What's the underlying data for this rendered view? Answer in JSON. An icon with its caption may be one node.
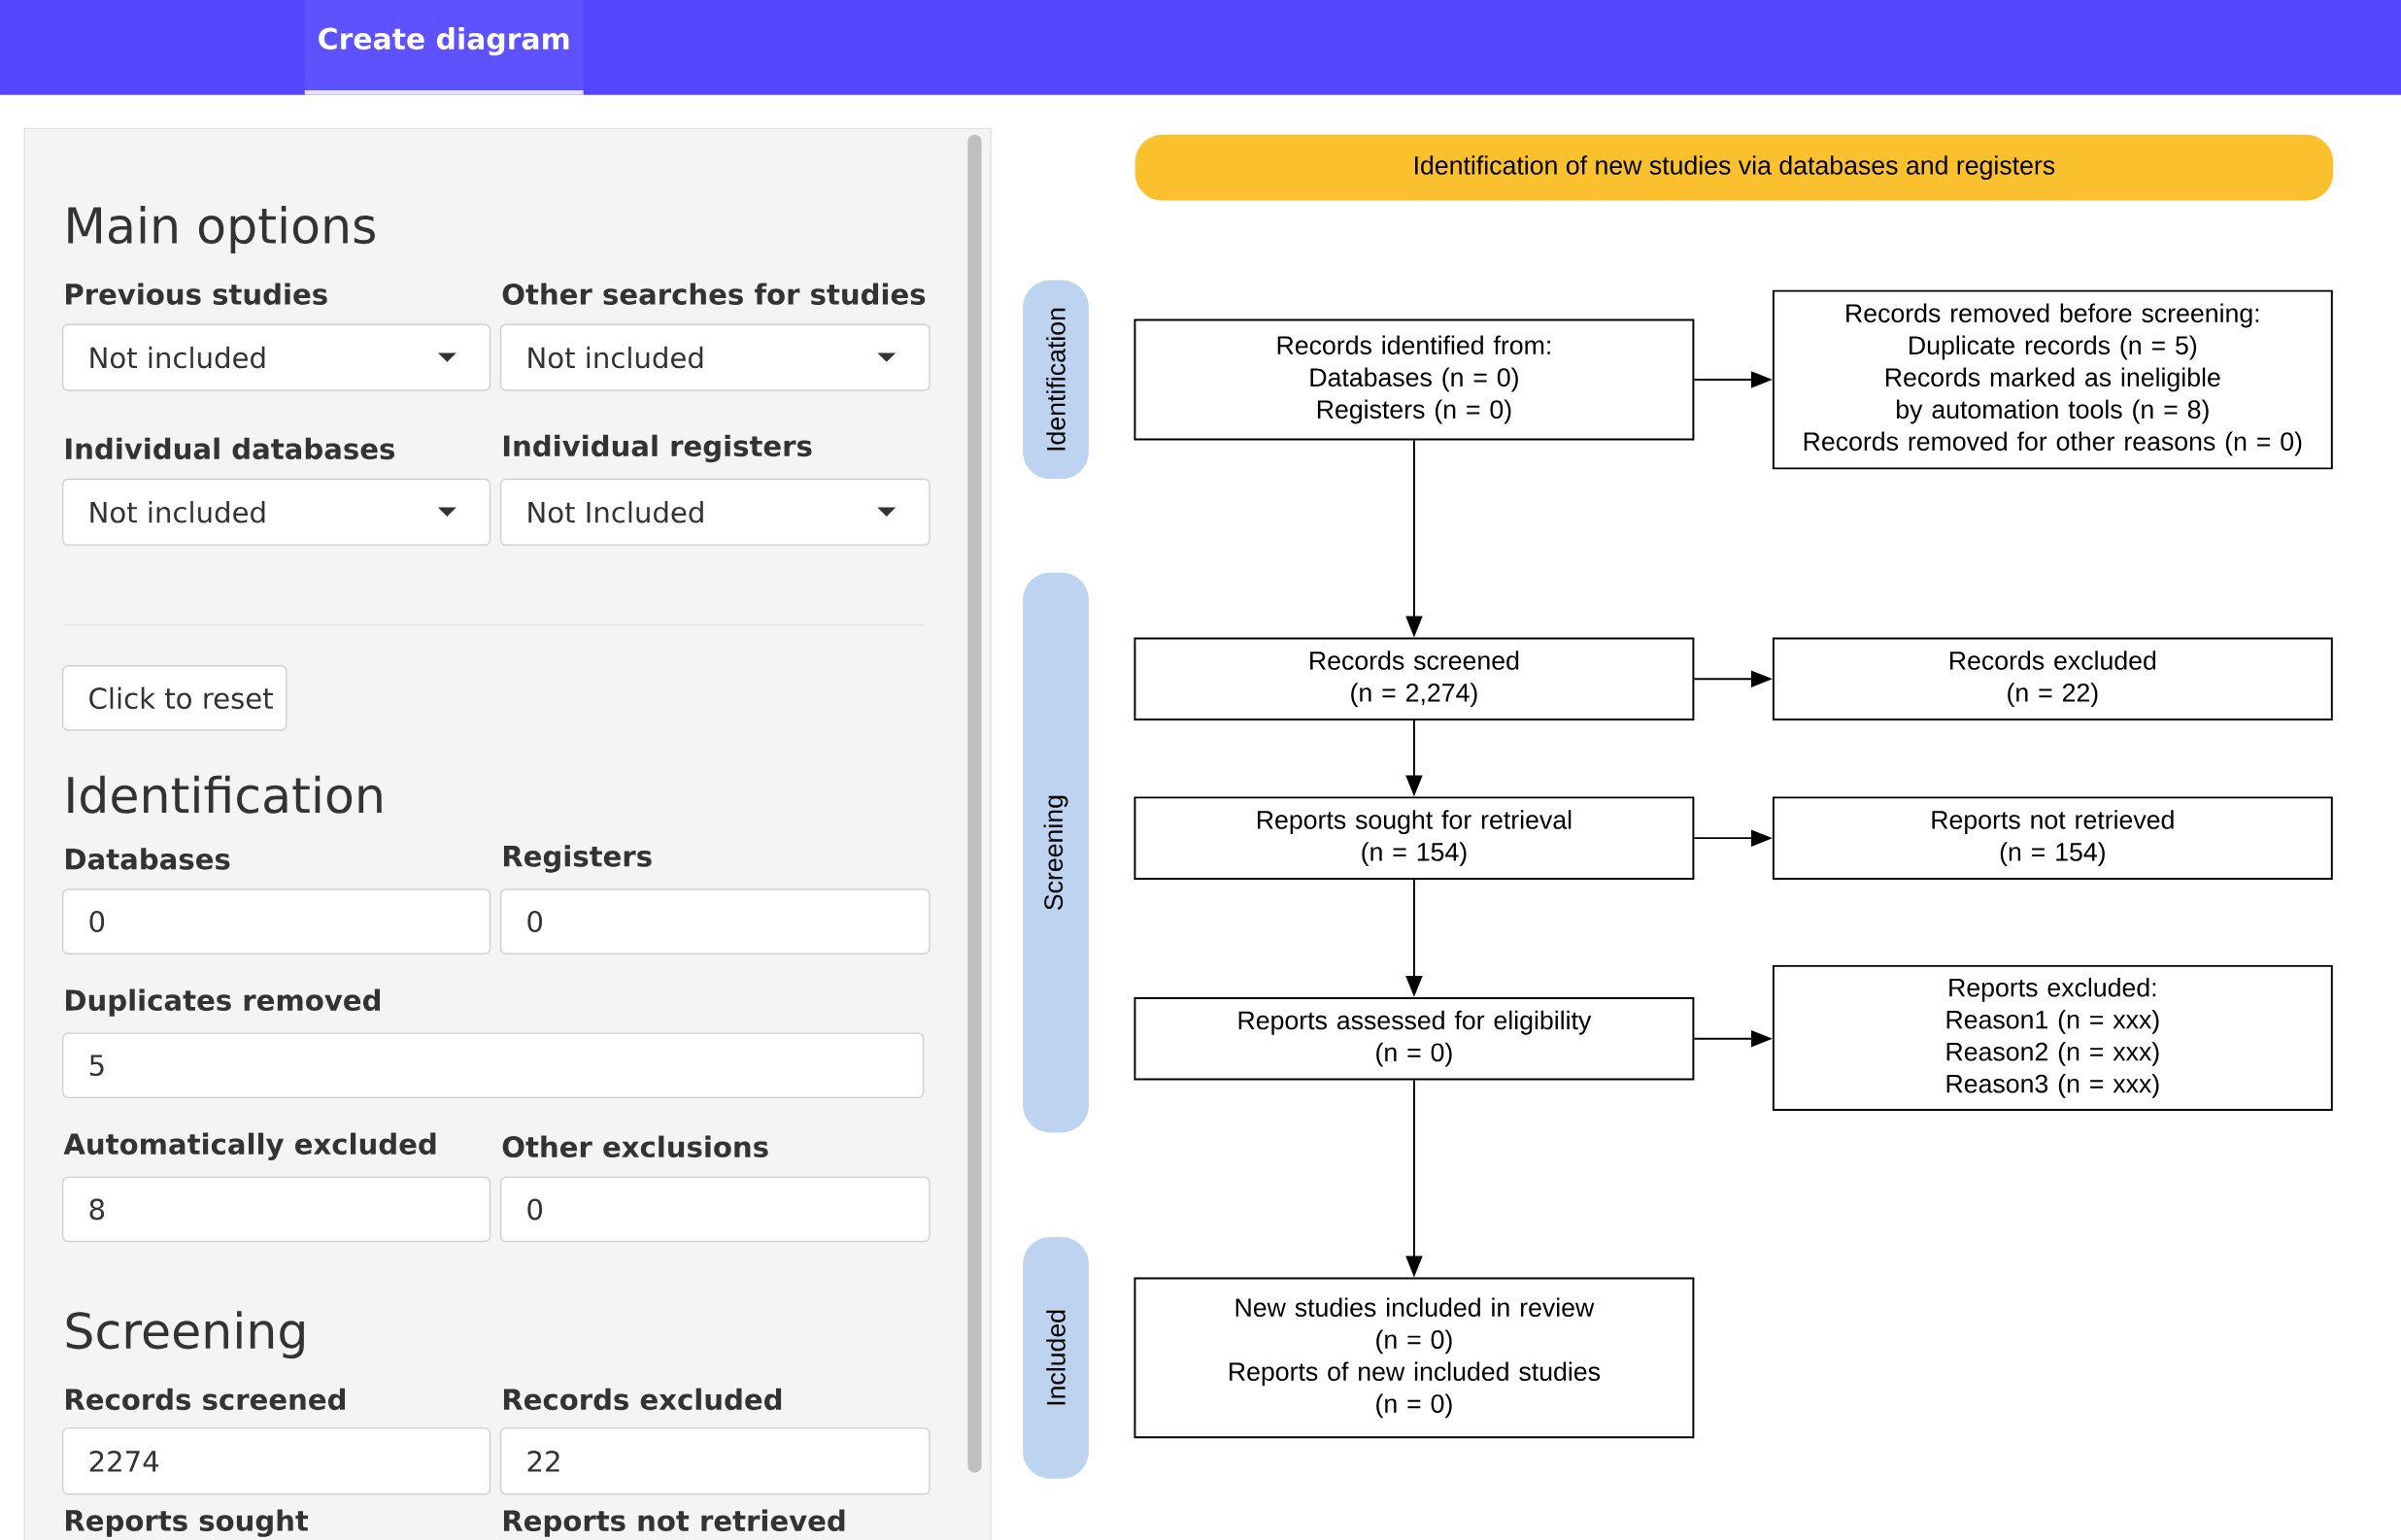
{
  "diagram": {
    "nodes": [
      {
        "text": [
          "Identification of new studies via databases and registers"
        ]
      },
      {
        "text": [
          "Identification"
        ]
      },
      {
        "text": [
          "Screening"
        ]
      },
      {
        "text": [
          "Included"
        ]
      },
      {
        "text": [
          "Records identified from:",
          "Databases (n = 0)",
          "Registers (n = 0)"
        ]
      },
      {
        "text": [
          "Records removed before screening:",
          "Duplicate records (n = 5)",
          "Records marked as ineligible by automation tools (n = 8)",
          "Records removed for other reasons (n = 0)"
        ]
      },
      {
        "text": [
          "Records screened",
          "(n = 2,274)"
        ]
      },
      {
        "text": [
          "Records excluded",
          "(n = 22)"
        ]
      },
      {
        "text": [
          "Reports sought for retrieval",
          "(n = 154)"
        ]
      },
      {
        "text": [
          "Reports not retrieved",
          "(n = 154)"
        ]
      },
      {
        "text": [
          "Reports assessed for eligibility",
          "(n = 0)"
        ]
      },
      {
        "text": [
          "Reports excluded:",
          "Reason1 (n = xxx)",
          "Reason2 (n = xxx)",
          "Reason3 (n = xxx)"
        ]
      },
      {
        "text": [
          "New studies included in review",
          "(n = 0)",
          "Reports of new included studies",
          "(n = 0)"
        ]
      }
    ],
    "edges": [
      {
        "from": 4,
        "to": 5,
        "arrow": "to"
      },
      {
        "from": 4,
        "to": 6,
        "arrow": "to"
      },
      {
        "from": 6,
        "to": 7,
        "arrow": "to"
      },
      {
        "from": 6,
        "to": 8,
        "arrow": "to"
      },
      {
        "from": 8,
        "to": 9,
        "arrow": "to"
      },
      {
        "from": 8,
        "to": 10,
        "arrow": "to"
      },
      {
        "from": 10,
        "to": 11,
        "arrow": "to"
      },
      {
        "from": 10,
        "to": 12,
        "arrow": "to"
      }
    ],
    "labels": [
      "Create diagram",
      "Main options",
      "Previous studies",
      "Other searches for studies",
      "Not included",
      "Not included",
      "Individual databases",
      "Individual registers",
      "Not included",
      "Not Included",
      "Click to reset",
      "Identification",
      "Databases",
      "Registers",
      "0",
      "0",
      "Duplicates removed",
      "5",
      "Automatically excluded",
      "Other exclusions",
      "8",
      "0",
      "Screening",
      "Records screened",
      "Records excluded",
      "2274",
      "22",
      "Reports sought",
      "Reports not retrieved"
    ]
  }
}
